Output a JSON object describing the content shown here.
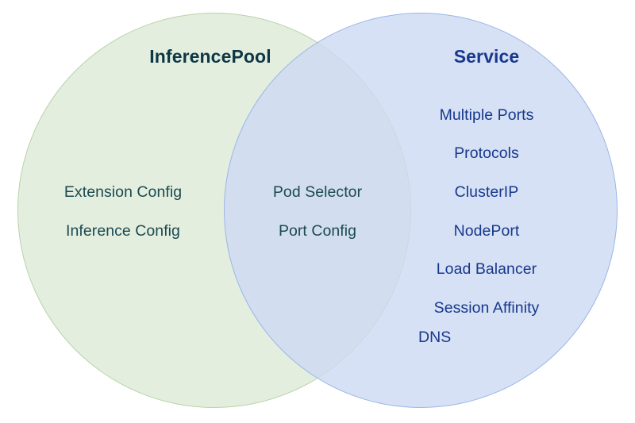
{
  "diagram": {
    "type": "venn",
    "sets": [
      {
        "id": "inferencepool",
        "title": "InferencePool",
        "title_color": "#0e3746",
        "fill_color": "#e3eede",
        "stroke_color": "#b7d3a8",
        "items": [
          "Extension Config",
          "Inference Config"
        ]
      },
      {
        "id": "service",
        "title": "Service",
        "title_color": "#17388c",
        "fill_color": "#d9e2f3",
        "stroke_color": "#9ab6e8",
        "items": [
          "Multiple Ports",
          "Protocols",
          "ClusterIP",
          "NodePort",
          "Load Balancer",
          "Session Affinity",
          "DNS"
        ]
      }
    ],
    "intersection": {
      "id": "inferencepool-and-service",
      "fill_color": "#d6e4da",
      "text_color": "#1b4a52",
      "items": [
        "Pod Selector",
        "Port Config"
      ]
    },
    "background_color": "#ffffff"
  }
}
